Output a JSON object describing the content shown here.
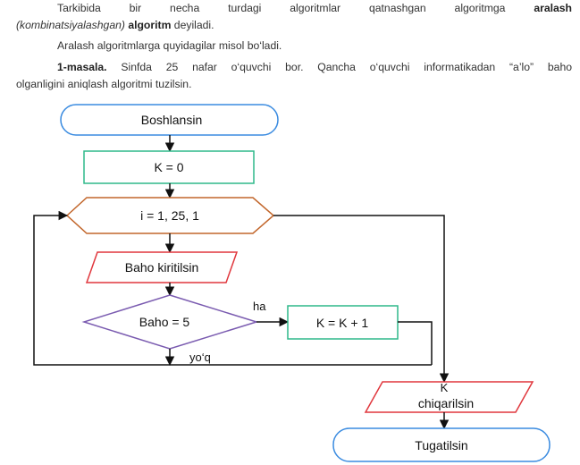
{
  "intro": {
    "line1_a": "Tarkibida bir necha turdagi algoritmlar qatnashgan algoritmga",
    "line1_bold": "aralash",
    "line2_italic": "(kombinatsiyalashgan)",
    "line2_bold": "algoritm",
    "line2_rest": "deyiladi.",
    "line3": "Aralash algoritmlarga quyidagilar misol bo‘ladi.",
    "task_label": "1-masala.",
    "task_text_1": "Sinfda 25 nafar o‘quvchi bor. Qancha o‘quvchi informatikadan “a’lo” baho",
    "task_text_2": "olganligini aniqlash algoritmi tuzilsin."
  },
  "flowchart": {
    "start": "Boshlansin",
    "init": "K = 0",
    "loop": "i = 1, 25, 1",
    "input": "Baho kiritilsin",
    "condition": "Baho = 5",
    "yes_label": "ha",
    "no_label": "yo‘q",
    "increment": "K = K + 1",
    "output_line1": "K",
    "output_line2": "chiqarilsin",
    "end": "Tugatilsin"
  }
}
